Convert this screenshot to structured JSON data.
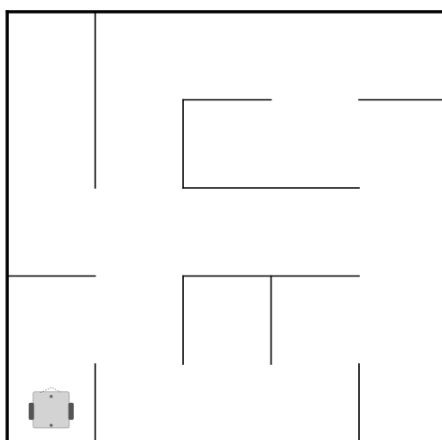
{
  "maze": {
    "rows": 5,
    "cols": 5,
    "colors": {
      "background": "#ffffff",
      "wall": "#000000"
    },
    "outer_walls": [
      "top",
      "left"
    ],
    "inner_walls": [
      {
        "name": "wall-v-col1-row0",
        "orientation": "v",
        "line": 1,
        "from": 0,
        "to": 2
      },
      {
        "name": "wall-h-row1-cols2-3",
        "orientation": "h",
        "line": 1,
        "from": 2,
        "to": 3
      },
      {
        "name": "wall-h-row1-cols4-5",
        "orientation": "h",
        "line": 1,
        "from": 4,
        "to": 5
      },
      {
        "name": "wall-v-col2-row1",
        "orientation": "v",
        "line": 2,
        "from": 1,
        "to": 2
      },
      {
        "name": "wall-h-row2-cols2-4",
        "orientation": "h",
        "line": 2,
        "from": 2,
        "to": 4
      },
      {
        "name": "wall-h-row3-cols0-1",
        "orientation": "h",
        "line": 3,
        "from": 0,
        "to": 1
      },
      {
        "name": "wall-h-row3-cols2-4",
        "orientation": "h",
        "line": 3,
        "from": 2,
        "to": 4
      },
      {
        "name": "wall-v-col2-row3",
        "orientation": "v",
        "line": 2,
        "from": 3,
        "to": 4
      },
      {
        "name": "wall-v-col3-row3",
        "orientation": "v",
        "line": 3,
        "from": 3,
        "to": 4
      },
      {
        "name": "wall-v-col1-row4",
        "orientation": "v",
        "line": 1,
        "from": 4,
        "to": 5
      },
      {
        "name": "wall-v-col4-row4",
        "orientation": "v",
        "line": 4,
        "from": 4,
        "to": 5
      }
    ]
  },
  "robot": {
    "row": 4,
    "col": 0,
    "heading": "up",
    "colors": {
      "body": "#d3d3d3",
      "body_edge": "#9a9a9a",
      "wheel": "#555555",
      "sensor": "#6a6a6a"
    }
  }
}
